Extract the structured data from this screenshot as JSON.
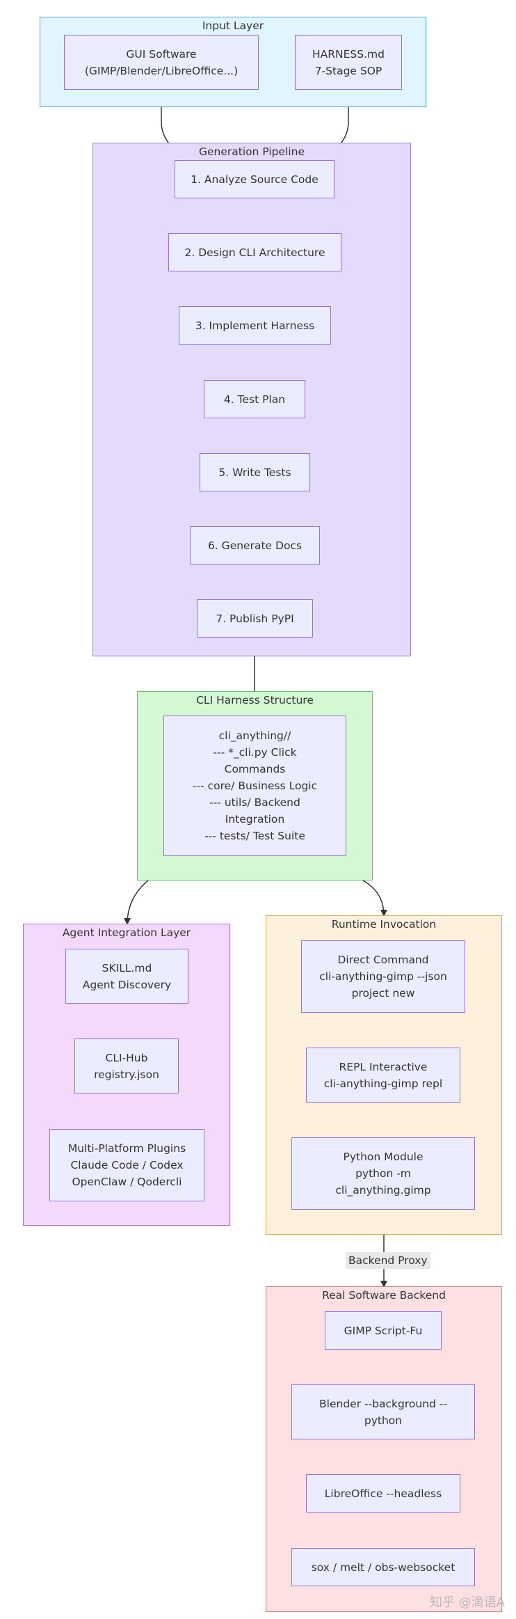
{
  "input": {
    "title": "Input Layer",
    "gui": "GUI Software\n(GIMP/Blender/LibreOffice...)",
    "harness": "HARNESS.md\n7-Stage SOP"
  },
  "pipeline": {
    "title": "Generation Pipeline",
    "steps": [
      "1. Analyze Source Code",
      "2. Design CLI Architecture",
      "3. Implement Harness",
      "4. Test Plan",
      "5. Write Tests",
      "6. Generate Docs",
      "7. Publish PyPI"
    ]
  },
  "harness_structure": {
    "title": "CLI Harness Structure",
    "tree": "cli_anything//\n--- *_cli.py  Click\nCommands\n--- core/  Business Logic\n--- utils/  Backend\nIntegration\n--- tests/  Test Suite"
  },
  "agent": {
    "title": "Agent Integration Layer",
    "skill": "SKILL.md\nAgent Discovery",
    "hub": "CLI-Hub\nregistry.json",
    "plugins": "Multi-Platform Plugins\nClaude Code / Codex\nOpenClaw / Qodercli"
  },
  "runtime": {
    "title": "Runtime Invocation",
    "direct": "Direct Command\ncli-anything-gimp --json\nproject new",
    "repl": "REPL Interactive\ncli-anything-gimp repl",
    "module": "Python Module\npython -m\ncli_anything.gimp"
  },
  "edge_label": "Backend Proxy",
  "backend": {
    "title": "Real Software Backend",
    "gimp": "GIMP Script-Fu",
    "blender": "Blender --background --\npython",
    "libreoffice": "LibreOffice --headless",
    "sox": "sox / melt / obs-websocket"
  },
  "watermark": "知乎 @滴语A",
  "colors": {
    "node_fill": "#ececff",
    "node_stroke": "#9370db",
    "edge": "#333333"
  }
}
